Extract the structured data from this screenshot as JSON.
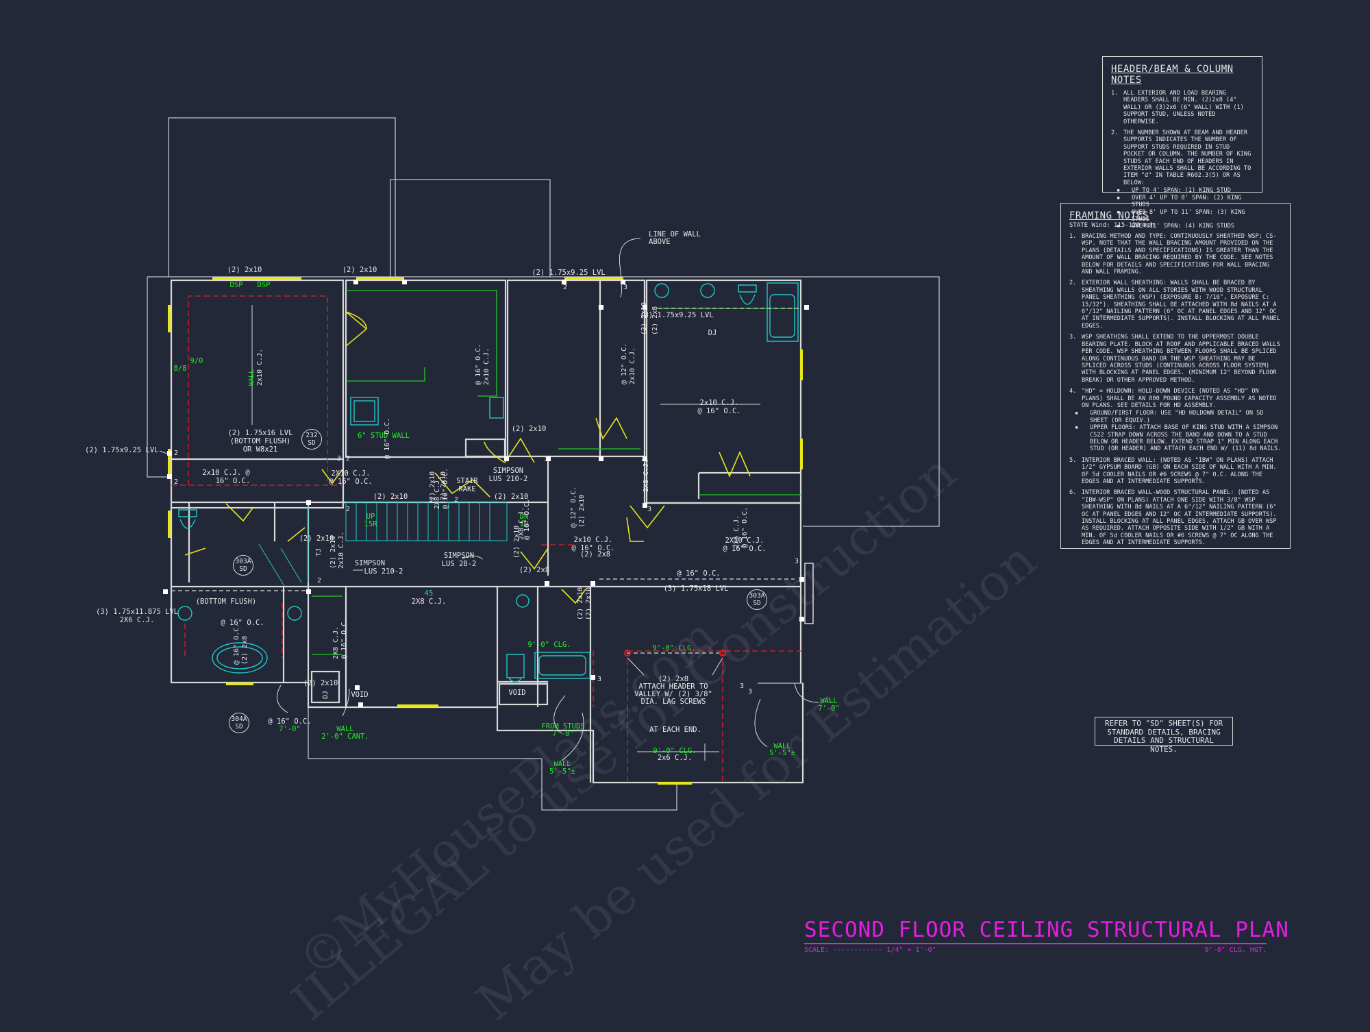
{
  "plan": {
    "title": "SECOND FLOOR CEILING STRUCTURAL PLAN",
    "scale_label": "SCALE: ------------ 1/4\" = 1'-0\"",
    "ceiling_height": "9'-0\" CLG. HGT."
  },
  "header_notes": {
    "title": "HEADER/BEAM & COLUMN NOTES",
    "items": [
      {
        "num": "1.",
        "text": "ALL EXTERIOR AND LOAD BEARING HEADERS SHALL BE MIN. (2)2x8 (4\" WALL) OR (3)2x6 (6\" WALL) WITH (1) SUPPORT STUD, UNLESS NOTED OTHERWISE."
      },
      {
        "num": "2.",
        "text": "THE NUMBER SHOWN AT BEAM AND HEADER SUPPORTS INDICATES THE NUMBER OF SUPPORT STUDS REQUIRED IN STUD POCKET OR COLUMN. THE NUMBER OF KING STUDS AT EACH END OF HEADERS IN EXTERIOR WALLS SHALL BE ACCORDING TO ITEM \"d\" IN TABLE R602.3(5) OR AS BELOW:"
      }
    ],
    "bullets": [
      "UP TO 4' SPAN: (1) KING STUD",
      "OVER 4' UP TO 8' SPAN: (2) KING STUDS",
      "OVER 8' UP TO 11' SPAN: (3) KING STUDS",
      "OVER 11' SPAN: (4) KING STUDS"
    ]
  },
  "framing_notes": {
    "title": "FRAMING NOTES",
    "subtitle": "STATE Wind: 115-120 mph",
    "items": [
      {
        "num": "1.",
        "text": "BRACING METHOD AND TYPE: CONTINUOUSLY SHEATHED WSP; CS-WSP. NOTE THAT THE WALL BRACING AMOUNT PROVIDED ON THE PLANS (DETAILS AND SPECIFICATIONS) IS GREATER THAN THE AMOUNT OF WALL BRACING REQUIRED BY THE CODE. SEE NOTES BELOW FOR DETAILS AND SPECIFICATIONS FOR WALL BRACING AND WALL FRAMING."
      },
      {
        "num": "2.",
        "text": "EXTERIOR WALL SHEATHING: WALLS SHALL BE BRACED BY SHEATHING WALLS ON ALL STORIES WITH WOOD STRUCTURAL PANEL SHEATHING (WSP) (EXPOSURE B: 7/16\", EXPOSURE C: 15/32\"). SHEATHING SHALL BE ATTACHED WITH 8d NAILS AT A 6\"/12\" NAILING PATTERN (6\" OC AT PANEL EDGES AND 12\" OC AT INTERMEDIATE SUPPORTS). INSTALL BLOCKING AT ALL PANEL EDGES."
      },
      {
        "num": "3.",
        "text": "WSP SHEATHING SHALL EXTEND TO THE UPPERMOST DOUBLE BEARING PLATE. BLOCK AT ROOF AND APPLICABLE BRACED WALLS PER CODE. WSP SHEATHING BETWEEN FLOORS SHALL BE SPLICED ALONG CONTINUOUS BAND OR THE WSP SHEATHING MAY BE SPLICED ACROSS STUDS (CONTINUOUS ACROSS FLOOR SYSTEM) WITH BLOCKING AT PANEL EDGES. (MINIMUM 12\" BEYOND FLOOR BREAK) OR OTHER APPROVED METHOD."
      },
      {
        "num": "4.",
        "text": "\"HD\" = HOLDOWN: HOLD-DOWN DEVICE (NOTED AS \"HD\" ON PLANS) SHALL BE AN 800 POUND CAPACITY ASSEMBLY AS NOTED ON PLANS. SEE DETAILS FOR HD ASSEMBLY."
      }
    ],
    "bullets": [
      "GROUND/FIRST FLOOR: USE \"HD HOLDOWN DETAIL\" ON SD SHEET (OR EQUIV.)",
      "UPPER FLOORS: ATTACH BASE OF KING STUD WITH A SIMPSON CS22 STRAP DOWN ACROSS THE BAND AND DOWN TO A STUD BELOW OR HEADER BELOW. EXTEND STRAP 1\" MIN ALONG EACH STUD (OR HEADER) AND ATTACH EACH END W/ (11) 8d NAILS."
    ],
    "items2": [
      {
        "num": "5.",
        "text": "INTERIOR BRACED WALL: (NOTED AS \"IBW\" ON PLANS) ATTACH 1/2\" GYPSUM BOARD (GB) ON EACH SIDE OF WALL WITH A MIN. OF 5d COOLER NAILS OR #6 SCREWS @ 7\" O.C. ALONG THE EDGES AND AT INTERMEDIATE SUPPORTS."
      },
      {
        "num": "6.",
        "text": "INTERIOR BRACED WALL-WOOD STRUCTURAL PANEL: (NOTED AS \"IBW-WSP\" ON PLANS) ATTACH ONE SIDE WITH 3/8\" WSP SHEATHING WITH 8d NAILS AT A 6\"/12\" NAILING PATTERN (6\" OC AT PANEL EDGES AND 12\" OC AT INTERMEDIATE SUPPORTS). INSTALL BLOCKING AT ALL PANEL EDGES. ATTACH GB OVER WSP AS REQUIRED. ATTACH OPPOSITE SIDE WITH 1/2\" GB WITH A MIN. OF 5d COOLER NAILS OR #6 SCREWS @ 7\" OC ALONG THE EDGES AND AT INTERMEDIATE SUPPORTS."
      }
    ]
  },
  "sd_note": "REFER TO \"SD\" SHEET(S) FOR STANDARD DETAILS, BRACING DETAILS AND STRUCTURAL NOTES.",
  "watermarks": [
    "©MyHousePlans.com",
    "ILLEGAL to use for Construction",
    "May be used for Estimation"
  ],
  "plan_labels": [
    {
      "text": "LINE OF WALL",
      "color": "white"
    },
    {
      "text": "ABOVE",
      "color": "white"
    },
    {
      "text": "(2) 2x10",
      "color": "white"
    },
    {
      "text": "(2) 2x10",
      "color": "white"
    },
    {
      "text": "(2) 1.75x9.25 LVL",
      "color": "white"
    },
    {
      "text": "DSP",
      "color": "green"
    },
    {
      "text": "DSP",
      "color": "green"
    },
    {
      "text": "(3) 1.75x9.25 LVL",
      "color": "white"
    },
    {
      "text": "DJ",
      "color": "white"
    },
    {
      "text": "9/0",
      "color": "green"
    },
    {
      "text": "8/8",
      "color": "green"
    },
    {
      "text": "2x10 C.J.",
      "color": "white"
    },
    {
      "text": "@ 16\" O.C.",
      "color": "white"
    },
    {
      "text": "(2) 1.75x16 LVL",
      "color": "white"
    },
    {
      "text": "(BOTTOM FLUSH)",
      "color": "white"
    },
    {
      "text": "OR W8x21",
      "color": "white"
    },
    {
      "text": "(2) 1.75x9.25 LVL",
      "color": "white"
    },
    {
      "text": "6\" STUD WALL",
      "color": "green"
    },
    {
      "text": "(2) 2x10",
      "color": "white"
    },
    {
      "text": "2x10 C.J. @",
      "color": "white"
    },
    {
      "text": "16\" O.C.",
      "color": "white"
    },
    {
      "text": "2X10 C.J.",
      "color": "white"
    },
    {
      "text": "@ 16\" O.C.",
      "color": "white"
    },
    {
      "text": "STAIR",
      "color": "white"
    },
    {
      "text": "RAKE",
      "color": "white"
    },
    {
      "text": "SIMPSON",
      "color": "white"
    },
    {
      "text": "LUS 210-2",
      "color": "white"
    },
    {
      "text": "(2) 2x10",
      "color": "white"
    },
    {
      "text": "(2) 2x10",
      "color": "white"
    },
    {
      "text": "UP",
      "color": "green"
    },
    {
      "text": "15R",
      "color": "green"
    },
    {
      "text": "DN",
      "color": "green"
    },
    {
      "text": "1R",
      "color": "green"
    },
    {
      "text": "2x10 C.J.",
      "color": "white"
    },
    {
      "text": "@ 16\" O.C.",
      "color": "white"
    },
    {
      "text": "2X10 C.J.",
      "color": "white"
    },
    {
      "text": "@ 16\" O.C.",
      "color": "white"
    },
    {
      "text": "(2) 2x10",
      "color": "white"
    },
    {
      "text": "SIMPSON",
      "color": "white"
    },
    {
      "text": "LUS 210-2",
      "color": "white"
    },
    {
      "text": "SIMPSON",
      "color": "white"
    },
    {
      "text": "LUS 28-2",
      "color": "white"
    },
    {
      "text": "(2) 2x8",
      "color": "white"
    },
    {
      "text": "(2) 2x8",
      "color": "white"
    },
    {
      "text": "45",
      "color": "cyan"
    },
    {
      "text": "2X8 C.J.",
      "color": "white"
    },
    {
      "text": "@ 16\" O.C.",
      "color": "white"
    },
    {
      "text": "(3) 1.75x18 LVL",
      "color": "white"
    },
    {
      "text": "(BOTTOM FLUSH)",
      "color": "white"
    },
    {
      "text": "(3) 1.75x11.875 LVL",
      "color": "white"
    },
    {
      "text": "2X6 C.J.",
      "color": "white"
    },
    {
      "text": "@ 16\" O.C.",
      "color": "white"
    },
    {
      "text": "9'-0\" CLG.",
      "color": "green"
    },
    {
      "text": "9'-0\" CLG.",
      "color": "green"
    },
    {
      "text": "(2) 2x10",
      "color": "white"
    },
    {
      "text": "VOID",
      "color": "white"
    },
    {
      "text": "VOID",
      "color": "white"
    },
    {
      "text": "(2) 2x8",
      "color": "white"
    },
    {
      "text": "ATTACH HEADER TO",
      "color": "white"
    },
    {
      "text": "VALLEY W/ (2) 3/8\"",
      "color": "white"
    },
    {
      "text": "DIA. LAG SCREWS",
      "color": "white"
    },
    {
      "text": "AT EACH END.",
      "color": "white"
    },
    {
      "text": "9'-0\" CLG.",
      "color": "green"
    },
    {
      "text": "2x6 C.J.",
      "color": "white"
    },
    {
      "text": "@ 16\" O.C.",
      "color": "white"
    },
    {
      "text": "7'-0\"",
      "color": "green"
    },
    {
      "text": "WALL",
      "color": "green"
    },
    {
      "text": "2'-0\" CANT.",
      "color": "green"
    },
    {
      "text": "FROM STUDS",
      "color": "green"
    },
    {
      "text": "7'-0\"",
      "color": "green"
    },
    {
      "text": "WALL",
      "color": "green"
    },
    {
      "text": "5'-5\"±",
      "color": "green"
    },
    {
      "text": "WALL",
      "color": "green"
    },
    {
      "text": "5'-5\"±",
      "color": "green"
    },
    {
      "text": "WALL",
      "color": "green"
    },
    {
      "text": "7'-0\"",
      "color": "green"
    },
    {
      "text": "WALL",
      "color": "green"
    },
    {
      "text": "2x10 C.J.",
      "color": "white"
    },
    {
      "text": "@ 16\" O.C.",
      "color": "white"
    },
    {
      "text": "2x10 C.J.",
      "color": "white"
    },
    {
      "text": "@ 12\" O.C.",
      "color": "white"
    },
    {
      "text": "2x10 C.J.",
      "color": "white"
    },
    {
      "text": "@ 12\" O.C.",
      "color": "white"
    },
    {
      "text": "(2) 2x10",
      "color": "white"
    },
    {
      "text": "(2) 2x10",
      "color": "white"
    },
    {
      "text": "(2) 2x10",
      "color": "white"
    },
    {
      "text": "(2) 2x10",
      "color": "white"
    },
    {
      "text": "(2) 2x8",
      "color": "white"
    },
    {
      "text": "2X8 C.J.",
      "color": "white"
    },
    {
      "text": "@ 16\" O.C.",
      "color": "white"
    },
    {
      "text": "2X8 C.J.",
      "color": "white"
    },
    {
      "text": "@ 16\" O.C.",
      "color": "white"
    },
    {
      "text": "2X8 C.J.",
      "color": "white"
    },
    {
      "text": "@ 16\" O.C.",
      "color": "white"
    },
    {
      "text": "2X6 C.J.",
      "color": "white"
    },
    {
      "text": "@ 16\" O.C.",
      "color": "white"
    },
    {
      "text": "2X8 C.J.",
      "color": "white"
    },
    {
      "text": "@ 16\" O.C.",
      "color": "white"
    },
    {
      "text": "(2) 2x10",
      "color": "white"
    },
    {
      "text": "2x10 C.J.",
      "color": "white"
    },
    {
      "text": "@ 16\" O.C.",
      "color": "white"
    },
    {
      "text": "(2) 2x8",
      "color": "white"
    },
    {
      "text": "(2) 2x10",
      "color": "white"
    },
    {
      "text": "(2) 2x10",
      "color": "white"
    },
    {
      "text": "(2) 2x10",
      "color": "white"
    },
    {
      "text": "TJ",
      "color": "white"
    },
    {
      "text": "DJ",
      "color": "white"
    }
  ],
  "detail_tags": [
    {
      "num": "232",
      "sheet": "SD"
    },
    {
      "num": "303A",
      "sheet": "SD"
    },
    {
      "num": "303A",
      "sheet": "SD"
    },
    {
      "num": "304A",
      "sheet": "SD"
    }
  ],
  "support_counts": [
    "2",
    "2",
    "3",
    "2",
    "2",
    "3",
    "2",
    "2",
    "3",
    "3",
    "2",
    "3",
    "2",
    "3",
    "3",
    "3",
    "3",
    "2"
  ],
  "colors": {
    "background": "#232838",
    "walls": "#d9d9d9",
    "title": "#e020e0",
    "notes_green": "#22ee22",
    "fixtures": "#20d0d0",
    "beams_dashed": "#e02020",
    "windows": "#e6e61a"
  }
}
